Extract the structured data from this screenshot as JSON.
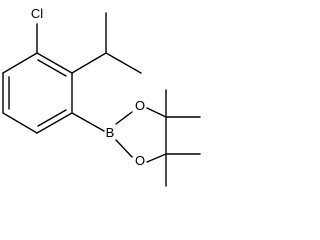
{
  "molecule": {
    "atom_labels": {
      "chlorine": "Cl",
      "boron": "B",
      "oxygen_top": "O",
      "oxygen_bottom": "O"
    },
    "bond_color": "#000000",
    "background": "#ffffff"
  }
}
